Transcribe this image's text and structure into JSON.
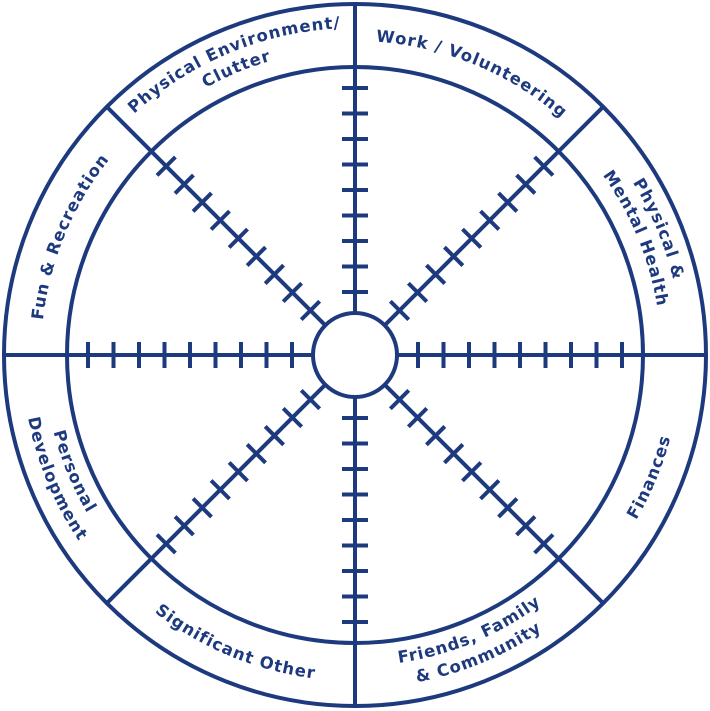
{
  "colors": {
    "line": "#1d3a7e",
    "background": "#ffffff"
  },
  "wheel": {
    "ticks_per_spoke": 9,
    "sectors": [
      {
        "id": "work",
        "lines": [
          "Work  /  Volunteering"
        ]
      },
      {
        "id": "health",
        "lines": [
          "Physical &",
          "Mental Health"
        ]
      },
      {
        "id": "finances",
        "lines": [
          "Finances"
        ]
      },
      {
        "id": "friends",
        "lines": [
          "Friends, Family",
          "& Community"
        ]
      },
      {
        "id": "significant-other",
        "lines": [
          "Significant Other"
        ]
      },
      {
        "id": "personal-development",
        "lines": [
          "Personal",
          "Development"
        ]
      },
      {
        "id": "fun",
        "lines": [
          "Fun & Recreation"
        ]
      },
      {
        "id": "environment",
        "lines": [
          "Physical Environment/",
          "Clutter"
        ]
      }
    ]
  }
}
